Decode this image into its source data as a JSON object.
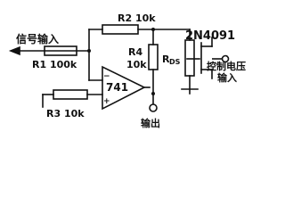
{
  "labels": {
    "signal_input": "信号输入",
    "r1": "R1 100k",
    "r2": "R2 10k",
    "r3": "R3 10k",
    "r4_name": "R4",
    "r4_value": "10k",
    "opamp": "741",
    "minus": "−",
    "plus": "+",
    "fet": "2N4091",
    "rds_main": "R",
    "rds_sub": "DS",
    "control_line1": "控制电压",
    "control_line2": "输入",
    "output": "输出"
  },
  "colors": {
    "ink": "#111111",
    "background": "#ffffff"
  }
}
